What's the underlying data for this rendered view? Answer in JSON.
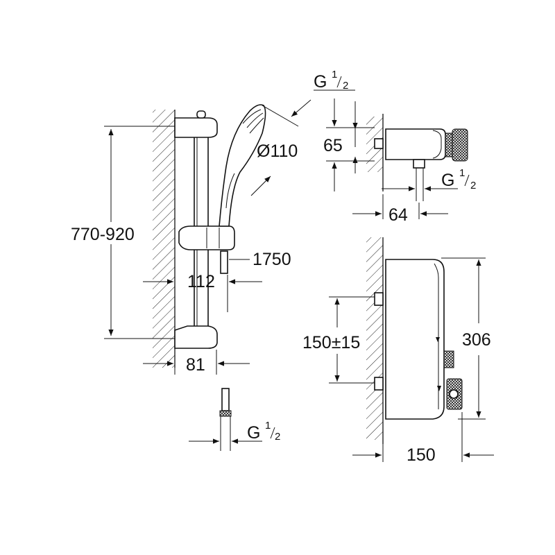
{
  "dimensions": {
    "rail_height": "770-920",
    "handshower_diameter": "Ø110",
    "hose_length": "1750",
    "rail_depth_112": "112",
    "rail_depth_81": "81",
    "hose_thread_label": "G",
    "hose_thread_num": "1",
    "hose_thread_den": "2",
    "top_thread_label": "G",
    "top_thread_num": "1",
    "top_thread_den": "2",
    "side_offset_65": "65",
    "outlet_thread_label": "G",
    "outlet_thread_num": "1",
    "outlet_thread_den": "2",
    "side_depth_64": "64",
    "inlet_spacing": "150±15",
    "thermostat_height": "306",
    "thermostat_depth": "150"
  }
}
